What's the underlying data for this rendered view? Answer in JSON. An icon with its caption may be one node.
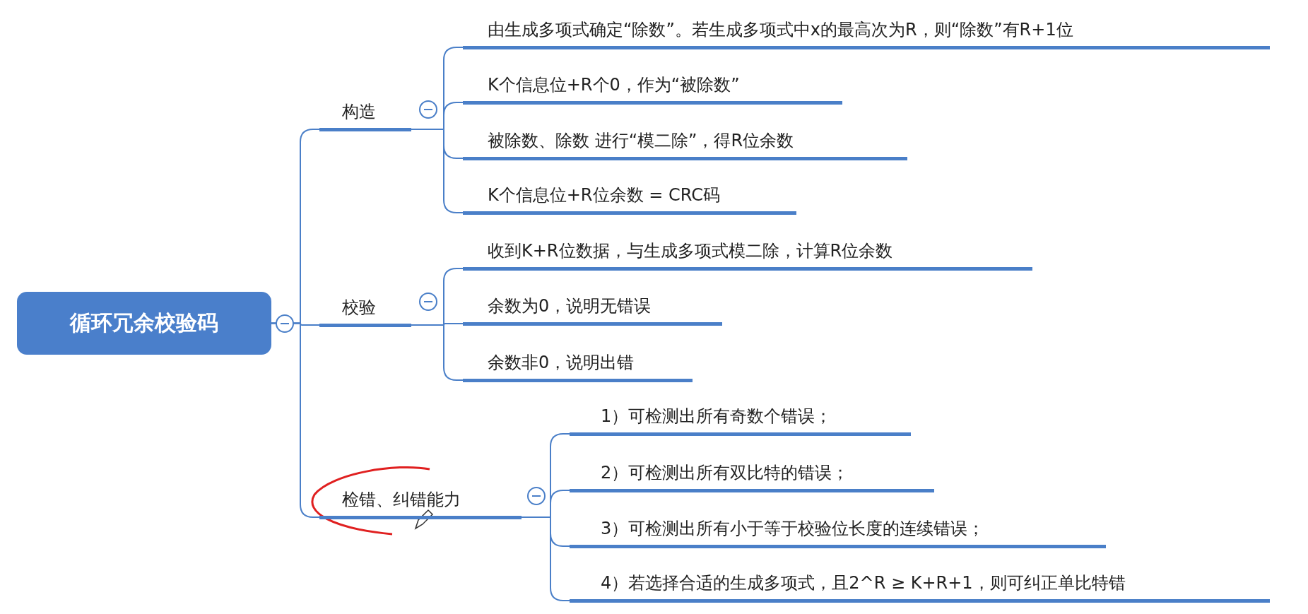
{
  "diagram": {
    "nodes": [
      {
        "text": [
          "循环冗余校验码"
        ]
      },
      {
        "text": [
          "构造"
        ]
      },
      {
        "text": [
          "校验"
        ]
      },
      {
        "text": [
          "检错、纠错能力"
        ]
      },
      {
        "text": [
          "由生成多项式确定“除数”。若生成多项式中x的最高次为R，则“除数”有R+1位"
        ]
      },
      {
        "text": [
          "K个信息位+R个0，作为“被除数”"
        ]
      },
      {
        "text": [
          "被除数、除数 进行“模二除”，得R位余数"
        ]
      },
      {
        "text": [
          "K个信息位+R位余数 = CRC码"
        ]
      },
      {
        "text": [
          "收到K+R位数据，与生成多项式模二除，计算R位余数"
        ]
      },
      {
        "text": [
          "余数为0，说明无错误"
        ]
      },
      {
        "text": [
          "余数非0，说明出错"
        ]
      },
      {
        "text": [
          "1）可检测出所有奇数个错误；"
        ]
      },
      {
        "text": [
          "2）可检测出所有双比特的错误；"
        ]
      },
      {
        "text": [
          "3）可检测出所有小于等于校验位长度的连续错误；"
        ]
      },
      {
        "text": [
          "4）若选择合适的生成多项式，且2^R ≥ K+R+1，则可纠正单比特错"
        ]
      }
    ],
    "edges": [
      {
        "from": 0,
        "to": 1,
        "arrow": "none"
      },
      {
        "from": 0,
        "to": 2,
        "arrow": "none"
      },
      {
        "from": 0,
        "to": 3,
        "arrow": "none"
      },
      {
        "from": 1,
        "to": 4,
        "arrow": "none"
      },
      {
        "from": 1,
        "to": 5,
        "arrow": "none"
      },
      {
        "from": 1,
        "to": 6,
        "arrow": "none"
      },
      {
        "from": 1,
        "to": 7,
        "arrow": "none"
      },
      {
        "from": 2,
        "to": 8,
        "arrow": "none"
      },
      {
        "from": 2,
        "to": 9,
        "arrow": "none"
      },
      {
        "from": 2,
        "to": 10,
        "arrow": "none"
      },
      {
        "from": 3,
        "to": 11,
        "arrow": "none"
      },
      {
        "from": 3,
        "to": 12,
        "arrow": "none"
      },
      {
        "from": 3,
        "to": 13,
        "arrow": "none"
      },
      {
        "from": 3,
        "to": 14,
        "arrow": "none"
      }
    ]
  }
}
